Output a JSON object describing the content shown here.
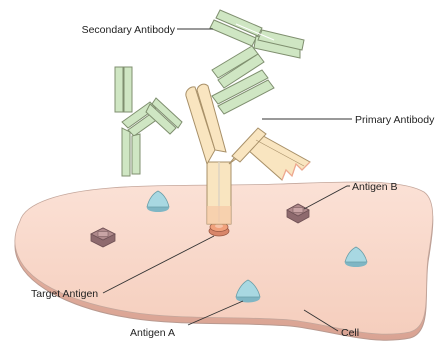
{
  "labels": {
    "secondary_antibody": "Secondary Antibody",
    "primary_antibody": "Primary Antibody",
    "antigen_b": "Antigen B",
    "target_antigen": "Target Antigen",
    "antigen_a": "Antigen A",
    "cell": "Cell"
  },
  "colors": {
    "cell_fill": "#f8d6c8",
    "cell_stroke": "#b99a90",
    "secondary_antibody": "#cfe6c3",
    "primary_antibody": "#f9e5c0",
    "antigen_a": "#a8d8e2",
    "antigen_b": "#b08a8c",
    "target_antigen": "#f1a17c"
  }
}
